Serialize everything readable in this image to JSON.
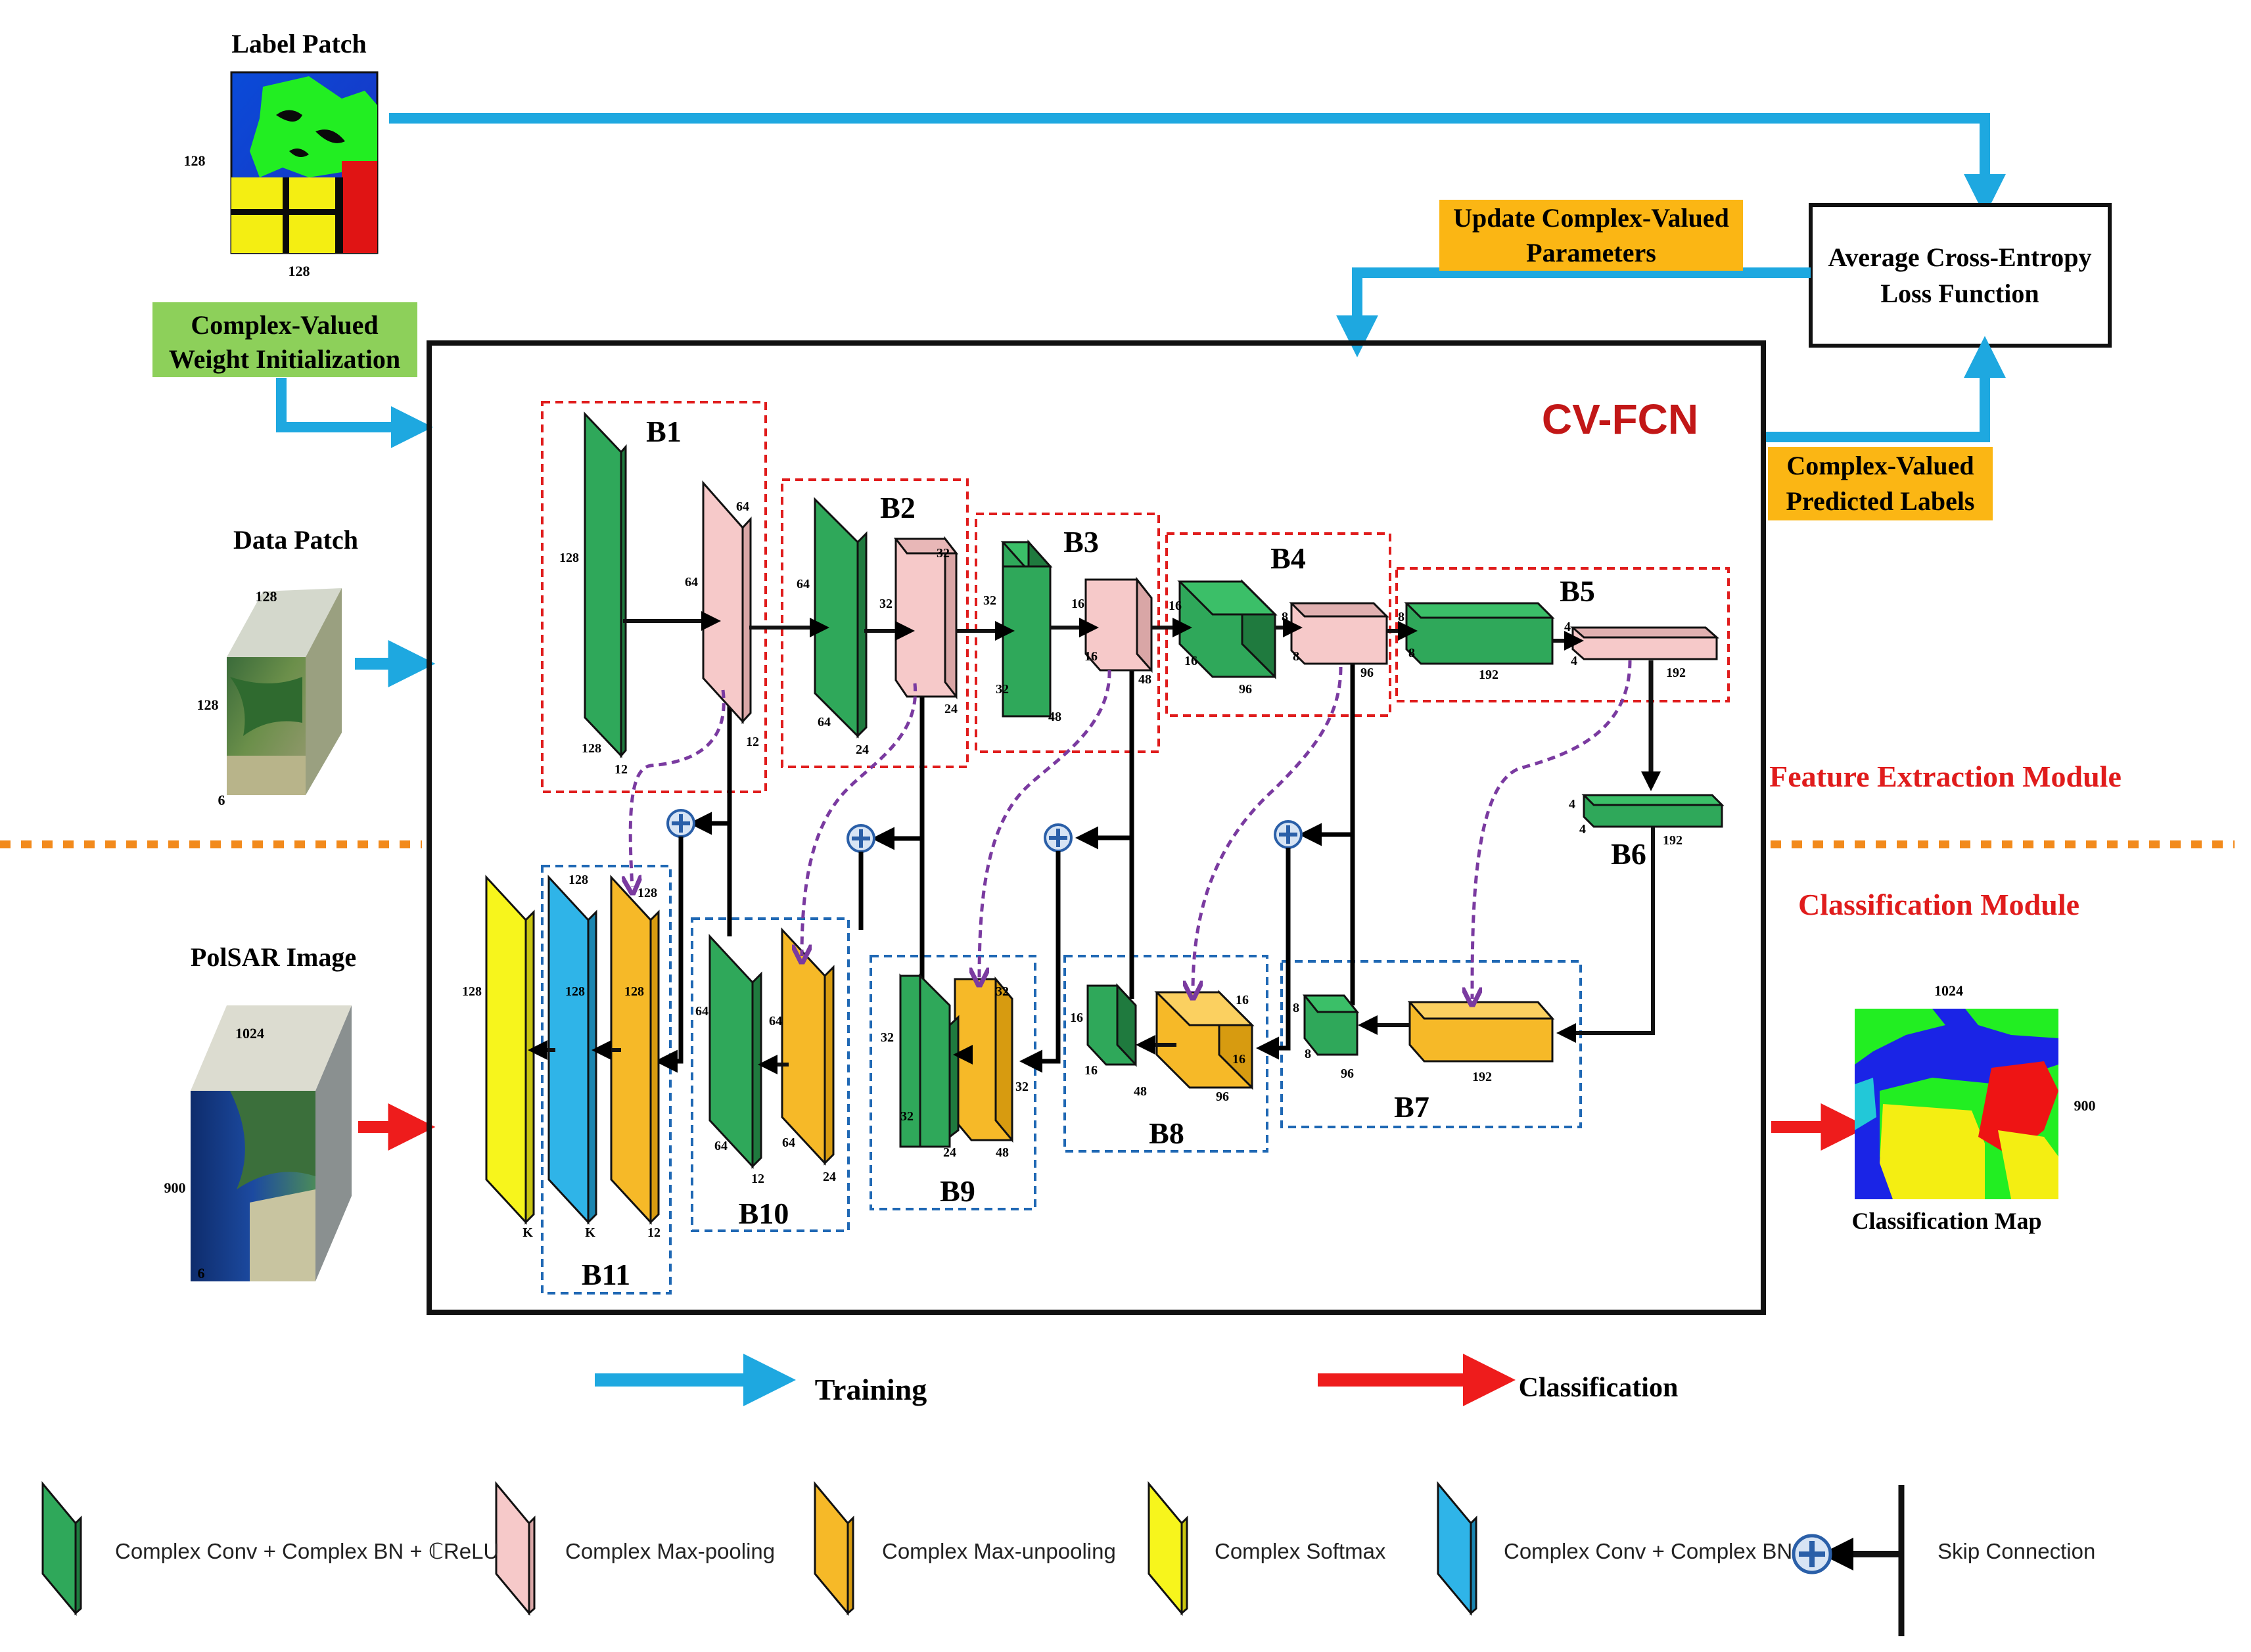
{
  "colors": {
    "conv": "#2fa85a",
    "pool": "#f6c9c9",
    "unpool": "#f6b928",
    "softmax": "#f7f51c",
    "convbn": "#2fb4e8",
    "training_arrow": "#1ea8e0",
    "classification_arrow": "#ee1c1c",
    "encoder_box": "#e01c1c",
    "decoder_box": "#1f68b4",
    "skip_dashed": "#7a3aa0",
    "section_label": "#e01c1c",
    "cvfcn_title": "#c21717",
    "divider": "#f28a1c",
    "note_orange": "#fbb614",
    "note_green": "#8dd05a"
  },
  "inputs": {
    "label_patch": {
      "title": "Label Patch",
      "side": "128",
      "bottom": "128"
    },
    "data_patch": {
      "title": "Data Patch",
      "top": "128",
      "side": "128",
      "depth": "6"
    },
    "polsar_image": {
      "title": "PolSAR Image",
      "top": "1024",
      "side": "900",
      "depth": "6"
    },
    "weight_init": "Complex-Valued\nWeight Initialization"
  },
  "training_flow": {
    "update_params": "Update Complex-Valued\nParameters",
    "loss_function": "Average Cross-Entropy\nLoss Function",
    "predicted_labels": "Complex-Valued\nPredicted Labels"
  },
  "network": {
    "title": "CV-FCN",
    "feature_module": "Feature Extraction Module",
    "classification_module": "Classification Module",
    "blocks": {
      "b1": "B1",
      "b2": "B2",
      "b3": "B3",
      "b4": "B4",
      "b5": "B5",
      "b6": "B6",
      "b7": "B7",
      "b8": "B8",
      "b9": "B9",
      "b10": "B10",
      "b11": "B11"
    },
    "dims": {
      "b1": [
        "128",
        "128",
        "12",
        "64",
        "64",
        "12"
      ],
      "b2": [
        "64",
        "64",
        "24",
        "32",
        "32",
        "24"
      ],
      "b3": [
        "32",
        "32",
        "48",
        "16",
        "16",
        "48"
      ],
      "b4": [
        "16",
        "16",
        "96",
        "8",
        "8",
        "96"
      ],
      "b5": [
        "8",
        "8",
        "192",
        "4",
        "4",
        "192"
      ],
      "b6": [
        "4",
        "4",
        "192"
      ],
      "b7": [
        "8",
        "8",
        "96",
        "192"
      ],
      "b8": [
        "16",
        "16",
        "48",
        "16",
        "16",
        "96"
      ],
      "b9": [
        "32",
        "32",
        "24",
        "32",
        "32",
        "48"
      ],
      "b10": [
        "64",
        "64",
        "12",
        "64",
        "64",
        "24"
      ],
      "b11": [
        "128",
        "K",
        "128",
        "K",
        "128",
        "128",
        "12"
      ]
    }
  },
  "output": {
    "title": "Classification Map",
    "top": "1024",
    "side": "900"
  },
  "flow_legend": {
    "training": "Training",
    "classification": "Classification"
  },
  "legend": [
    {
      "key": "conv",
      "label": "Complex Conv + Complex BN + ℂReLU"
    },
    {
      "key": "pool",
      "label": "Complex Max-pooling"
    },
    {
      "key": "unpool",
      "label": "Complex Max-unpooling"
    },
    {
      "key": "softmax",
      "label": "Complex Softmax"
    },
    {
      "key": "convbn",
      "label": "Complex Conv + Complex BN"
    },
    {
      "key": "skip",
      "label": "Skip Connection"
    }
  ]
}
